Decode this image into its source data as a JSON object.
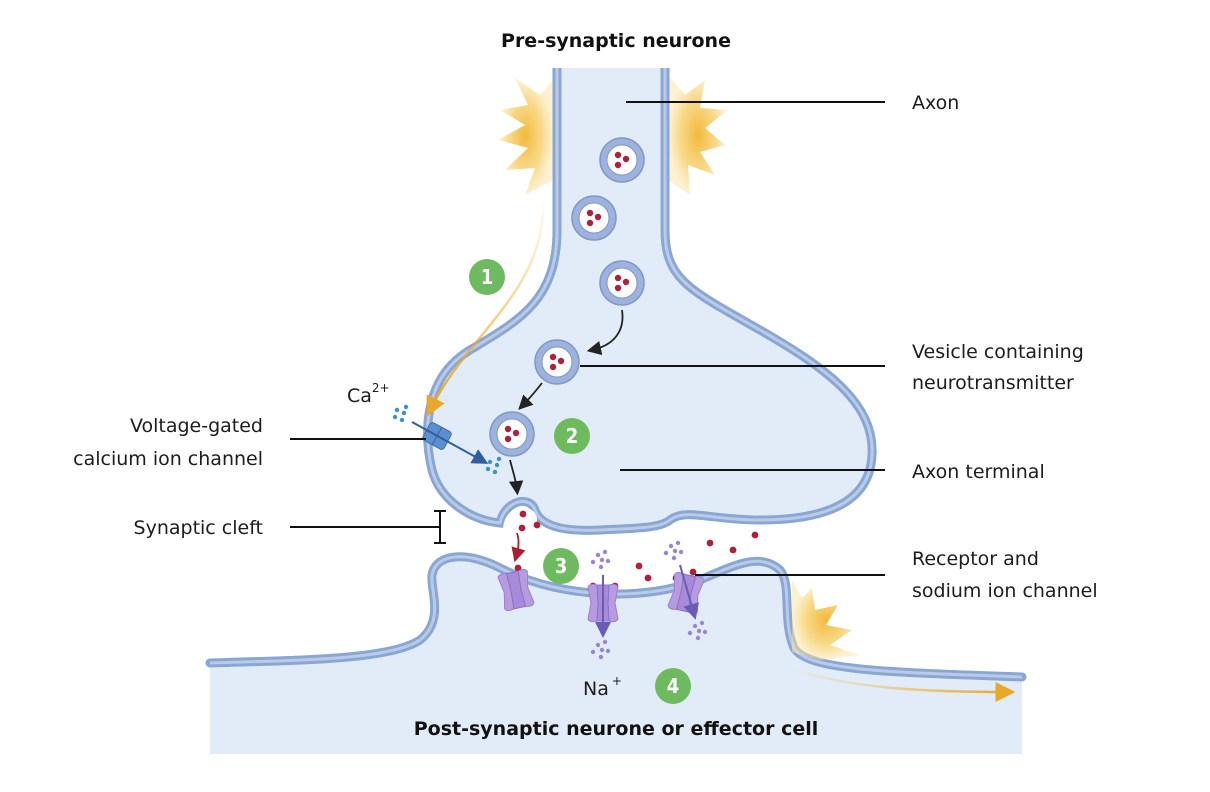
{
  "title_top": "Pre-synaptic neurone",
  "title_bottom": "Post-synaptic neurone or effector cell",
  "labels": {
    "axon": "Axon",
    "vesicle_line1": "Vesicle containing",
    "vesicle_line2": "neurotransmitter",
    "axon_terminal": "Axon terminal",
    "receptor_line1": "Receptor and",
    "receptor_line2": "sodium ion channel",
    "vgcc_line1": "Voltage-gated",
    "vgcc_line2": "calcium ion channel",
    "synaptic_cleft": "Synaptic cleft"
  },
  "ions": {
    "calcium": "Ca",
    "calcium_charge": "2+",
    "sodium": "Na",
    "sodium_charge": "+"
  },
  "steps": [
    "1",
    "2",
    "3",
    "4"
  ],
  "colors": {
    "cytoplasm": "#e2ecf8",
    "membrane": "#8aa6d3",
    "membrane_inner": "#b9cbe8",
    "neurotransmitter": "#b0203a",
    "step_badge": "#6dbb5e",
    "impulse": "#f4c542",
    "calcium_ion": "#3d8fd1",
    "sodium_ion": "#9a86cf",
    "receptor": "#b79be0"
  }
}
